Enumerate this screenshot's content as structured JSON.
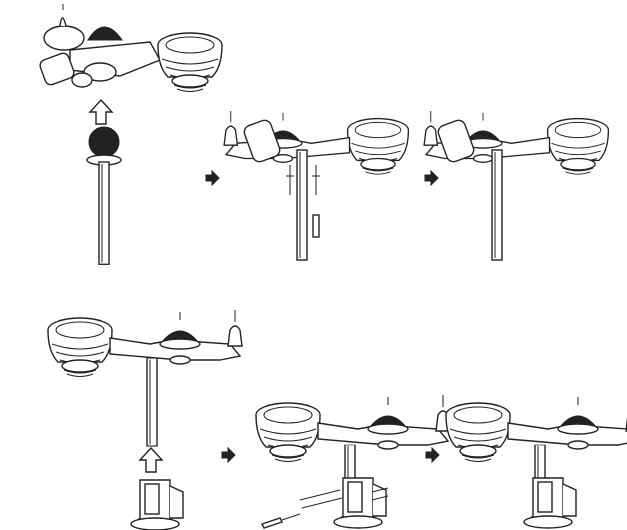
{
  "diagram": {
    "steps": [
      {
        "id": 1,
        "icon": "sensor-assembly-onto-pole-icon"
      },
      {
        "id": 2,
        "icon": "screws-fastening-icon"
      },
      {
        "id": 3,
        "icon": "assembled-sensor-on-pole-icon"
      },
      {
        "id": 4,
        "icon": "pole-into-bracket-icon"
      },
      {
        "id": 5,
        "icon": "bracket-screws-fastening-icon"
      },
      {
        "id": 6,
        "icon": "mounted-station-icon"
      }
    ],
    "arrow_icon": "arrow-right-icon",
    "insert_arrow_icon": "arrow-up-outline-icon"
  },
  "colors": {
    "line": "#222222",
    "background": "#ffffff"
  }
}
